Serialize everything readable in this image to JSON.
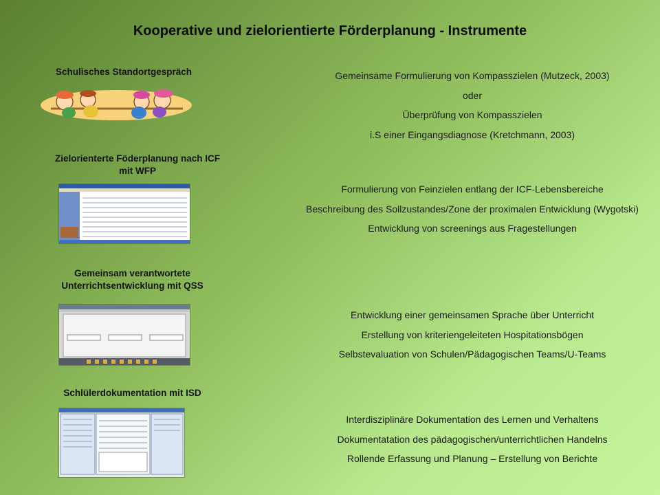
{
  "title": "Kooperative und zielorientierte Förderplanung - Instrumente",
  "sections": [
    {
      "heading": "Schulisches Standortgespräch",
      "lines": [
        "Gemeinsame Formulierung von Kompasszielen (Mutzeck, 2003)",
        "oder",
        "Überprüfung von Kompasszielen",
        "i.S einer Eingangsdiagnose (Kretchmann, 2003)"
      ]
    },
    {
      "heading_line1": "Zielorienterte Föderplanung nach ICF",
      "heading_line2": "mit WFP",
      "lines": [
        "Formulierung von Feinzielen entlang der ICF-Lebensbereiche",
        "Beschreibung des Sollzustandes/Zone der proximalen Entwicklung (Wygotski)",
        "Entwicklung von screenings aus Fragestellungen"
      ]
    },
    {
      "heading_line1": "Gemeinsam verantwortete",
      "heading_line2": "Unterrichtsentwicklung mit QSS",
      "lines": [
        "Entwicklung einer gemeinsamen Sprache über Unterricht",
        "Erstellung von kriteriengeleiteten Hospitationsbögen",
        "Selbstevaluation von Schulen/Pädagogischen Teams/U-Teams"
      ]
    },
    {
      "heading": "Schlülerdokumentation mit ISD",
      "lines": [
        "Interdisziplinäre Dokumentation des Lernen und Verhaltens",
        "Dokumentatation des pädagogischen/unterrichtlichen Handelns",
        "Rollende Erfassung und Planung – Erstellung von Berichte"
      ]
    }
  ],
  "colors": {
    "background_dark": "#5a8030",
    "background_light": "#c7f59b",
    "cartoon_bg": "#f7d27a"
  }
}
